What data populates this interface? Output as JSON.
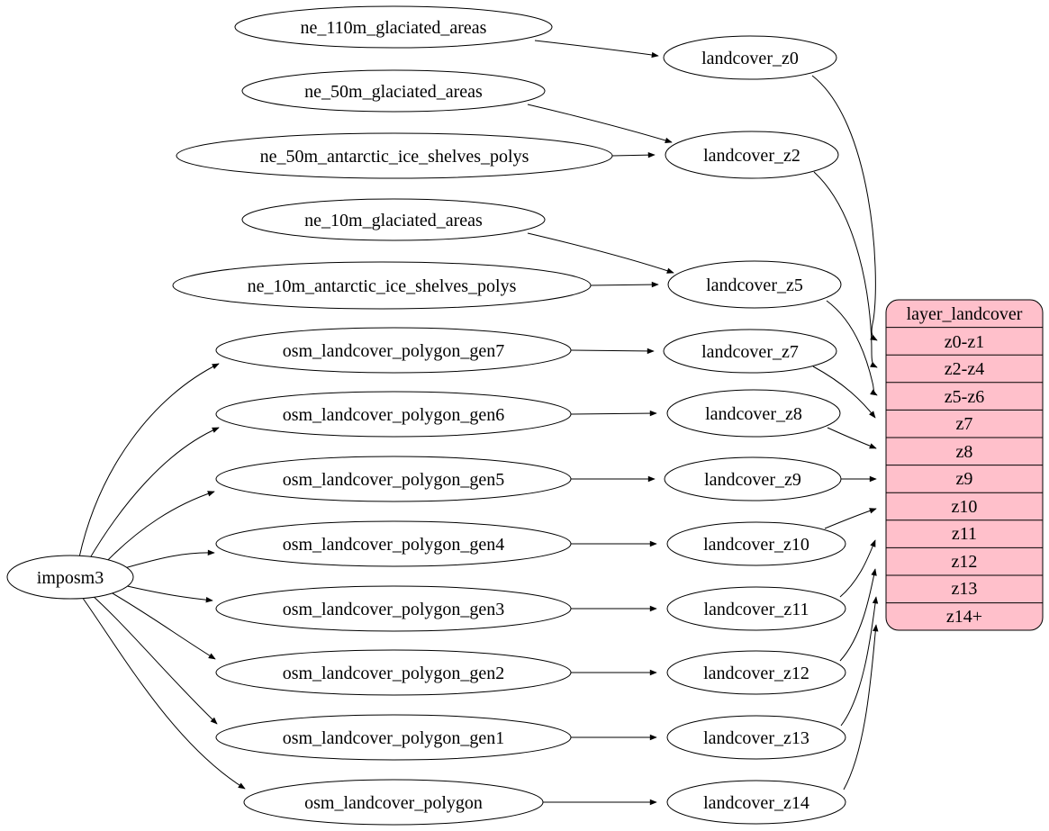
{
  "diagram": {
    "background": "#ffffff",
    "edge_color": "#000000",
    "node_fill": "#ffffff",
    "node_stroke": "#000000",
    "table_fill": "#ffc0cb"
  },
  "nodes": {
    "imposm3": {
      "label": "imposm3"
    },
    "ne_110m_glaciated_areas": {
      "label": "ne_110m_glaciated_areas"
    },
    "ne_50m_glaciated_areas": {
      "label": "ne_50m_glaciated_areas"
    },
    "ne_50m_antarctic_ice_shelves_polys": {
      "label": "ne_50m_antarctic_ice_shelves_polys"
    },
    "ne_10m_glaciated_areas": {
      "label": "ne_10m_glaciated_areas"
    },
    "ne_10m_antarctic_ice_shelves_polys": {
      "label": "ne_10m_antarctic_ice_shelves_polys"
    },
    "osm_landcover_polygon_gen7": {
      "label": "osm_landcover_polygon_gen7"
    },
    "osm_landcover_polygon_gen6": {
      "label": "osm_landcover_polygon_gen6"
    },
    "osm_landcover_polygon_gen5": {
      "label": "osm_landcover_polygon_gen5"
    },
    "osm_landcover_polygon_gen4": {
      "label": "osm_landcover_polygon_gen4"
    },
    "osm_landcover_polygon_gen3": {
      "label": "osm_landcover_polygon_gen3"
    },
    "osm_landcover_polygon_gen2": {
      "label": "osm_landcover_polygon_gen2"
    },
    "osm_landcover_polygon_gen1": {
      "label": "osm_landcover_polygon_gen1"
    },
    "osm_landcover_polygon": {
      "label": "osm_landcover_polygon"
    },
    "landcover_z0": {
      "label": "landcover_z0"
    },
    "landcover_z2": {
      "label": "landcover_z2"
    },
    "landcover_z5": {
      "label": "landcover_z5"
    },
    "landcover_z7": {
      "label": "landcover_z7"
    },
    "landcover_z8": {
      "label": "landcover_z8"
    },
    "landcover_z9": {
      "label": "landcover_z9"
    },
    "landcover_z10": {
      "label": "landcover_z10"
    },
    "landcover_z11": {
      "label": "landcover_z11"
    },
    "landcover_z12": {
      "label": "landcover_z12"
    },
    "landcover_z13": {
      "label": "landcover_z13"
    },
    "landcover_z14": {
      "label": "landcover_z14"
    }
  },
  "table": {
    "title": "layer_landcover",
    "rows": [
      "z0-z1",
      "z2-z4",
      "z5-z6",
      "z7",
      "z8",
      "z9",
      "z10",
      "z11",
      "z12",
      "z13",
      "z14+"
    ]
  },
  "edges": [
    {
      "from": "imposm3",
      "to": "osm_landcover_polygon_gen7"
    },
    {
      "from": "imposm3",
      "to": "osm_landcover_polygon_gen6"
    },
    {
      "from": "imposm3",
      "to": "osm_landcover_polygon_gen5"
    },
    {
      "from": "imposm3",
      "to": "osm_landcover_polygon_gen4"
    },
    {
      "from": "imposm3",
      "to": "osm_landcover_polygon_gen3"
    },
    {
      "from": "imposm3",
      "to": "osm_landcover_polygon_gen2"
    },
    {
      "from": "imposm3",
      "to": "osm_landcover_polygon_gen1"
    },
    {
      "from": "imposm3",
      "to": "osm_landcover_polygon"
    },
    {
      "from": "ne_110m_glaciated_areas",
      "to": "landcover_z0"
    },
    {
      "from": "ne_50m_glaciated_areas",
      "to": "landcover_z2"
    },
    {
      "from": "ne_50m_antarctic_ice_shelves_polys",
      "to": "landcover_z2"
    },
    {
      "from": "ne_10m_glaciated_areas",
      "to": "landcover_z5"
    },
    {
      "from": "ne_10m_antarctic_ice_shelves_polys",
      "to": "landcover_z5"
    },
    {
      "from": "osm_landcover_polygon_gen7",
      "to": "landcover_z7"
    },
    {
      "from": "osm_landcover_polygon_gen6",
      "to": "landcover_z8"
    },
    {
      "from": "osm_landcover_polygon_gen5",
      "to": "landcover_z9"
    },
    {
      "from": "osm_landcover_polygon_gen4",
      "to": "landcover_z10"
    },
    {
      "from": "osm_landcover_polygon_gen3",
      "to": "landcover_z11"
    },
    {
      "from": "osm_landcover_polygon_gen2",
      "to": "landcover_z12"
    },
    {
      "from": "osm_landcover_polygon_gen1",
      "to": "landcover_z13"
    },
    {
      "from": "osm_landcover_polygon",
      "to": "landcover_z14"
    },
    {
      "from": "landcover_z0",
      "to": "layer_landcover",
      "port": "z0-z1"
    },
    {
      "from": "landcover_z2",
      "to": "layer_landcover",
      "port": "z2-z4"
    },
    {
      "from": "landcover_z5",
      "to": "layer_landcover",
      "port": "z5-z6"
    },
    {
      "from": "landcover_z7",
      "to": "layer_landcover",
      "port": "z7"
    },
    {
      "from": "landcover_z8",
      "to": "layer_landcover",
      "port": "z8"
    },
    {
      "from": "landcover_z9",
      "to": "layer_landcover",
      "port": "z9"
    },
    {
      "from": "landcover_z10",
      "to": "layer_landcover",
      "port": "z10"
    },
    {
      "from": "landcover_z11",
      "to": "layer_landcover",
      "port": "z11"
    },
    {
      "from": "landcover_z12",
      "to": "layer_landcover",
      "port": "z12"
    },
    {
      "from": "landcover_z13",
      "to": "layer_landcover",
      "port": "z13"
    },
    {
      "from": "landcover_z14",
      "to": "layer_landcover",
      "port": "z14+"
    }
  ]
}
